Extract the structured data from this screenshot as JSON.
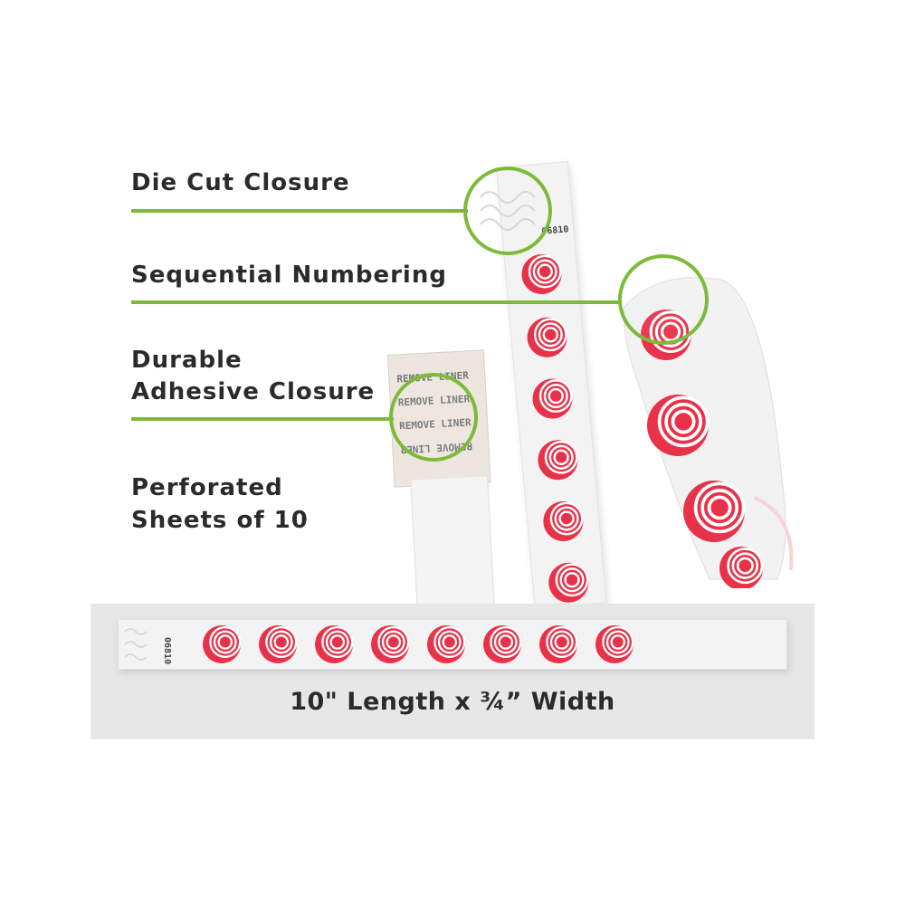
{
  "features": [
    {
      "label": "Die Cut Closure"
    },
    {
      "label": "Sequential Numbering"
    },
    {
      "label_line1": "Durable",
      "label_line2": "Adhesive Closure"
    },
    {
      "label_line1": "Perforated",
      "label_line2": "Sheets of 10"
    }
  ],
  "dimension": {
    "text": "10\" Length x ¾” Width"
  },
  "liner": {
    "text": "REMOVE LINER"
  },
  "serial": {
    "text": "06810"
  },
  "colors": {
    "accent": "#7dba3a",
    "print": "#e8324a"
  }
}
